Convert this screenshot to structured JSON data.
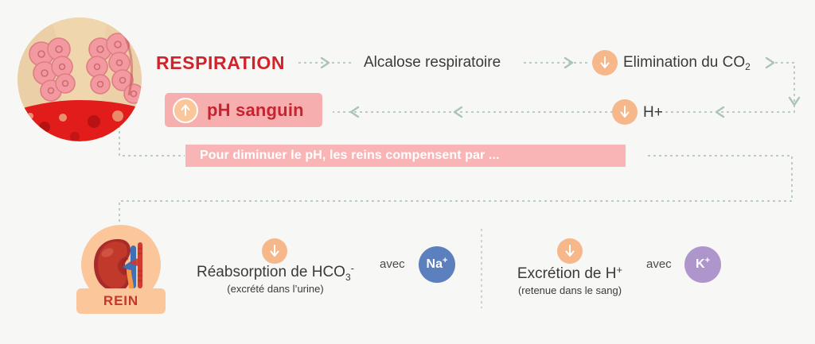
{
  "page": {
    "background_color": "#f7f7f5",
    "title": "Alcalose respiratoire et compensation renale"
  },
  "colors": {
    "brand_red": "#d0232b",
    "pill_pink": "#f7aeae",
    "banner_pink": "#f9b5b5",
    "badge_orange": "#f6b88b",
    "kidney_skin": "#fac69a",
    "sodium_blue": "#5b80bd",
    "potassium_purple": "#ae95cc",
    "connector_green": "#b9cdc2"
  },
  "top_row": {
    "lung_image_name": "alveoli-capillary-illustration",
    "title": "RESPIRATION",
    "step_alcalose": "Alcalose respiratoire",
    "step_elimination": {
      "arrow_direction": "down",
      "text": "Elimination du CO",
      "subscript": "2"
    }
  },
  "second_row": {
    "ph_pill": {
      "arrow_direction": "up",
      "label": "pH sanguin"
    },
    "h_plus": {
      "arrow_direction": "down",
      "label": "H+"
    }
  },
  "banner": {
    "text": "Pour diminuer le pH, les reins compensent par ..."
  },
  "kidney": {
    "icon_name": "kidney-illustration",
    "label": "REIN"
  },
  "bottom_processes": [
    {
      "arrow_direction": "down",
      "title_main": "Réabsorption de HCO",
      "title_sub": "3",
      "title_sup": "-",
      "note": "(excrété dans l’urine)",
      "with_label": "avec",
      "ion_symbol": "Na",
      "ion_charge": "+",
      "ion_color": "#5b80bd"
    },
    {
      "arrow_direction": "down",
      "title_main": "Excrétion de H",
      "title_sub": "",
      "title_sup": "+",
      "note": "(retenue dans le sang)",
      "with_label": "avec",
      "ion_symbol": "K",
      "ion_charge": "+",
      "ion_color": "#ae95cc"
    }
  ]
}
